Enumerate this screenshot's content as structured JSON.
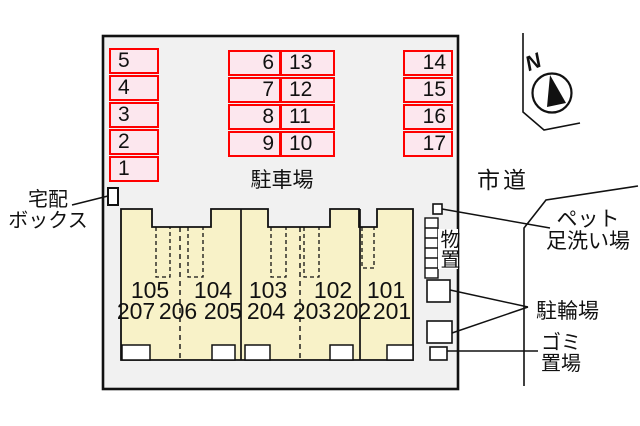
{
  "plan": {
    "parking_area_label": "駐車場",
    "road_label": "市道",
    "delivery_box_label_line1": "宅配",
    "delivery_box_label_line2": "ボックス",
    "storage_label": "物置",
    "pet_wash_label_line1": "ペット",
    "pet_wash_label_line2": "足洗い場",
    "bicycle_label": "駐輪場",
    "garbage_label_line1": "ゴミ",
    "garbage_label_line2": "置場",
    "compass_north": "N"
  },
  "parking": {
    "left_column": [
      "5",
      "4",
      "3",
      "2",
      "1"
    ],
    "middle_left_column": [
      "6",
      "7",
      "8",
      "9"
    ],
    "middle_right_column": [
      "13",
      "12",
      "11",
      "10"
    ],
    "right_column": [
      "14",
      "15",
      "16",
      "17"
    ]
  },
  "units": {
    "first_floor": [
      "105",
      "104",
      "103",
      "102",
      "101"
    ],
    "second_floor": [
      "207",
      "206",
      "205",
      "204",
      "203",
      "202",
      "201"
    ]
  },
  "colors": {
    "parking_fill": "#fce7ee",
    "parking_border": "#ff0000",
    "building_fill": "#f8f2c8",
    "site_fill": "#f1f1f1",
    "line": "#111111"
  }
}
